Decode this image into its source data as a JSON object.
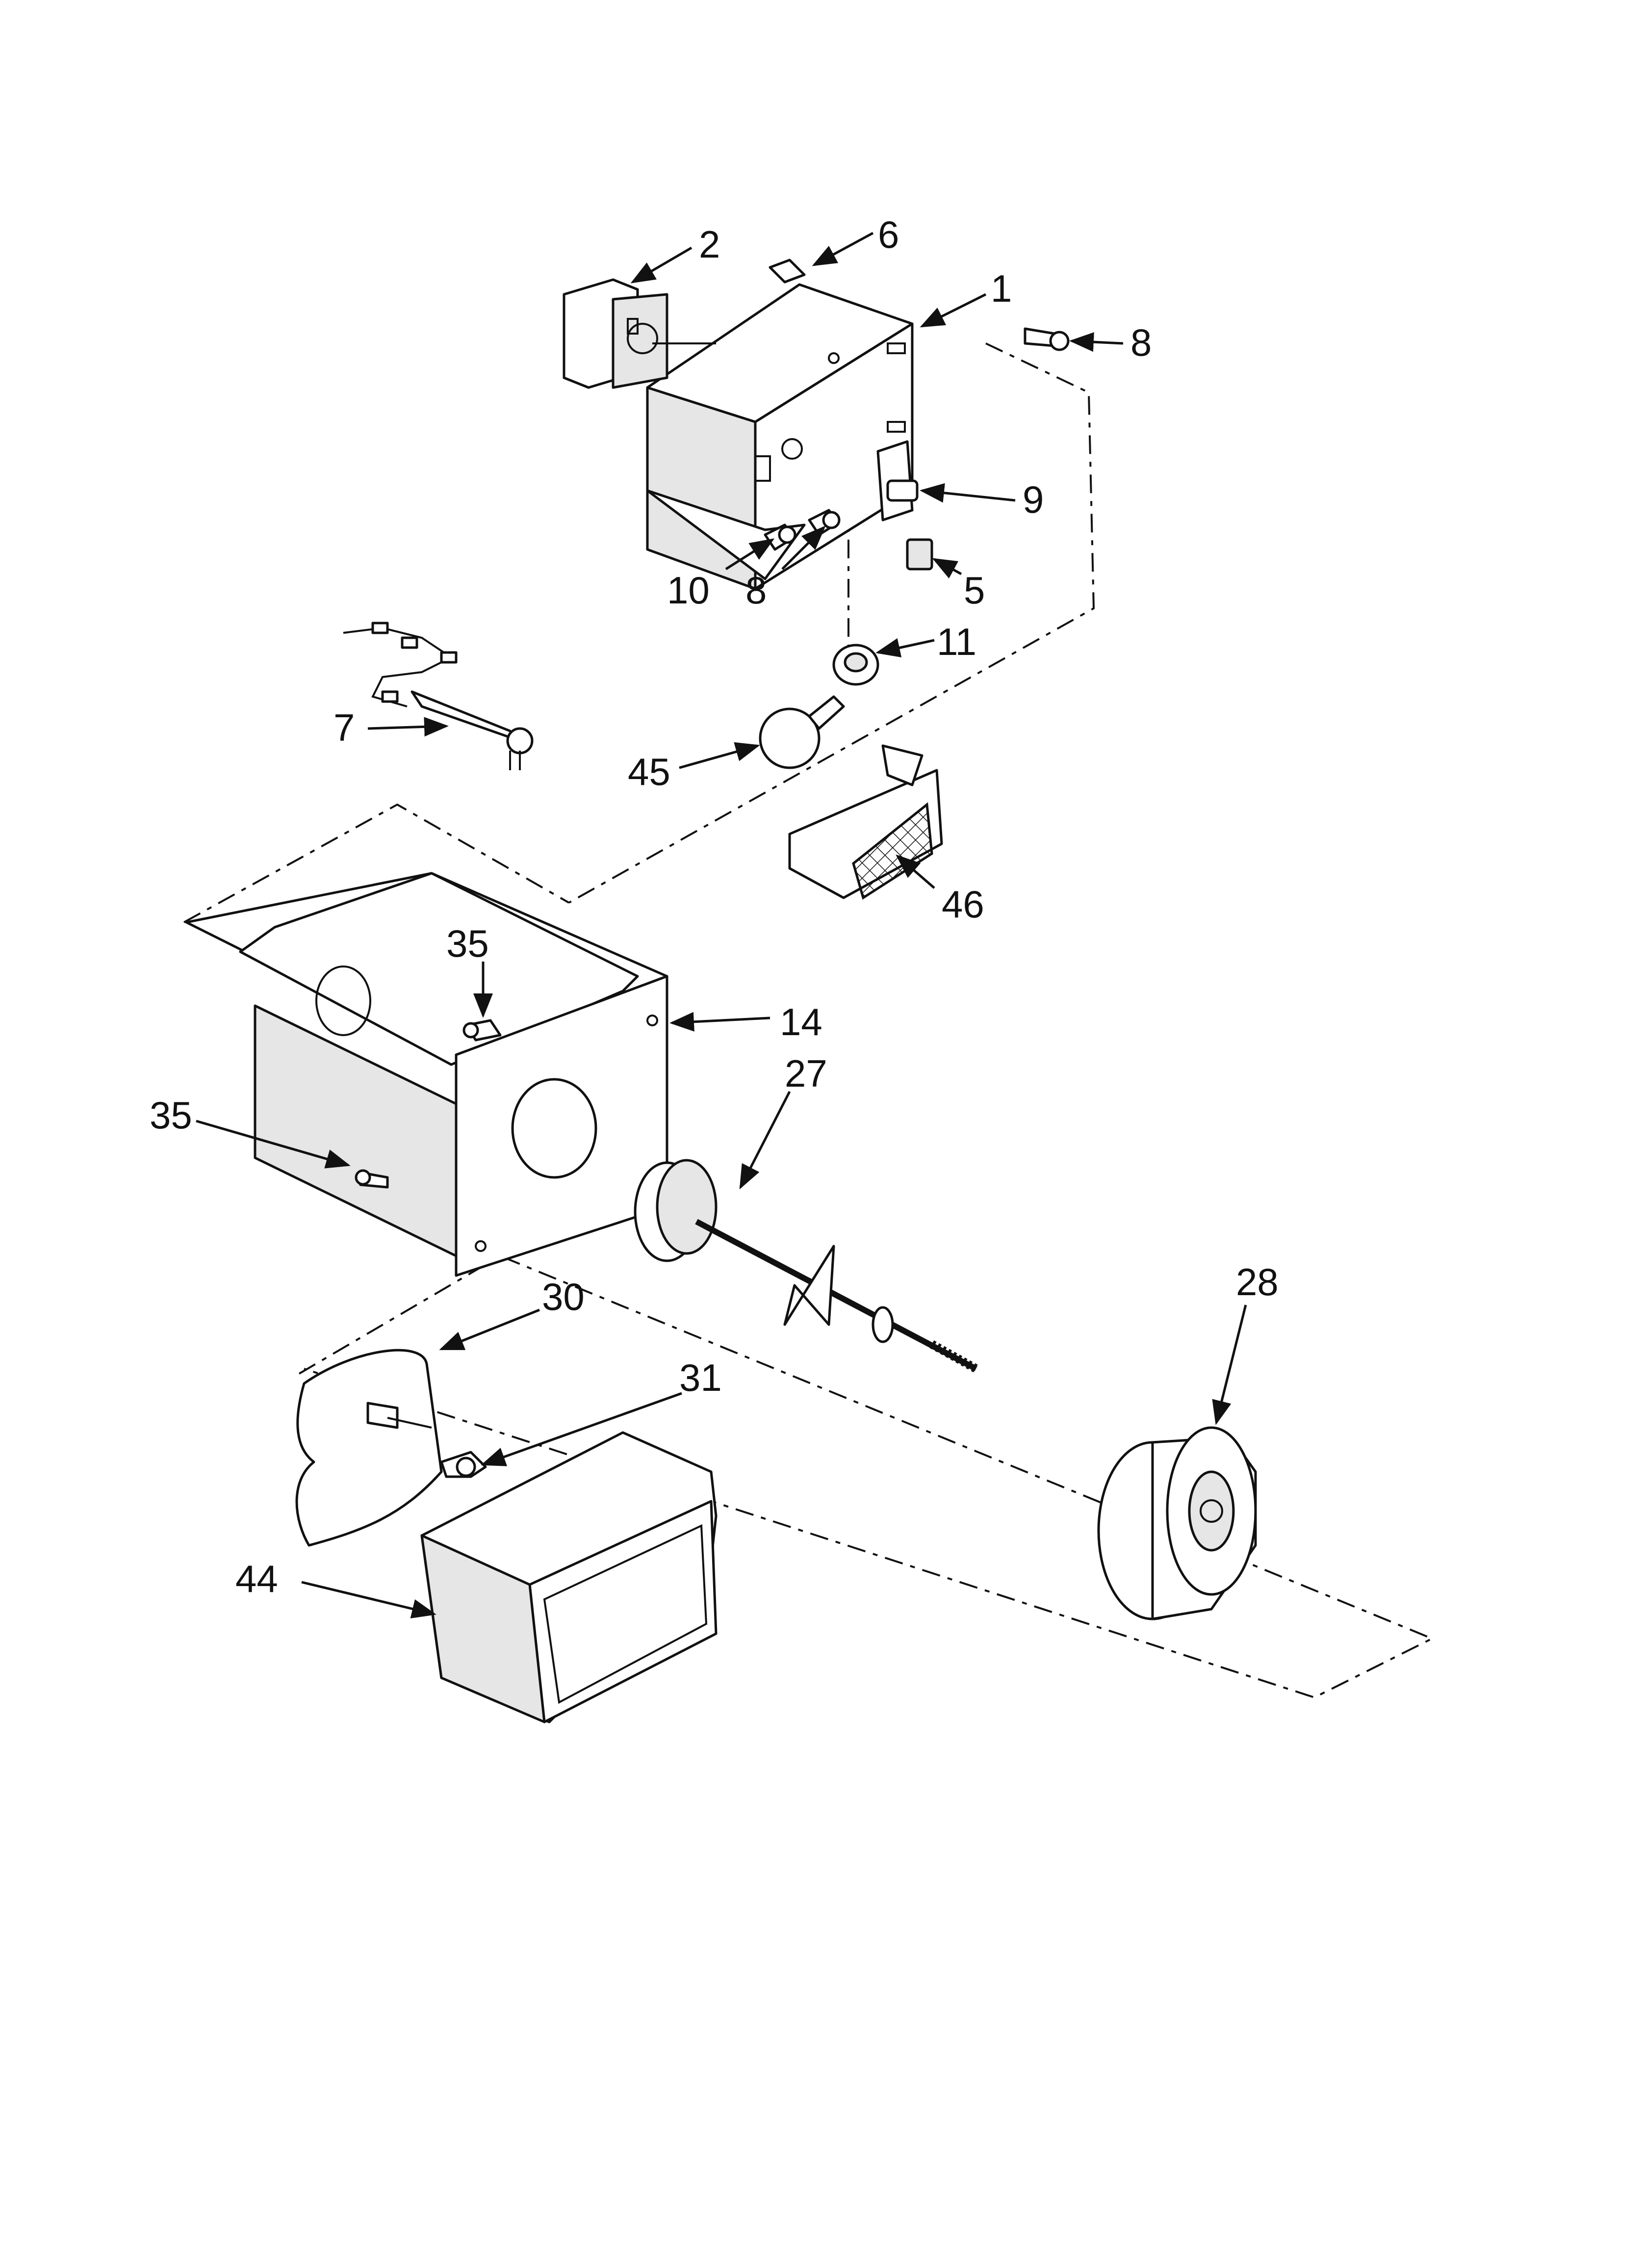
{
  "diagram": {
    "line_color": "#111111",
    "background": "#ffffff",
    "callouts": [
      {
        "id": "c2",
        "label": "2"
      },
      {
        "id": "c6",
        "label": "6"
      },
      {
        "id": "c1",
        "label": "1"
      },
      {
        "id": "c8a",
        "label": "8"
      },
      {
        "id": "c9",
        "label": "9"
      },
      {
        "id": "c10",
        "label": "10"
      },
      {
        "id": "c8b",
        "label": "8"
      },
      {
        "id": "c5",
        "label": "5"
      },
      {
        "id": "c11",
        "label": "11"
      },
      {
        "id": "c7",
        "label": "7"
      },
      {
        "id": "c45",
        "label": "45"
      },
      {
        "id": "c46",
        "label": "46"
      },
      {
        "id": "c35a",
        "label": "35"
      },
      {
        "id": "c14",
        "label": "14"
      },
      {
        "id": "c27",
        "label": "27"
      },
      {
        "id": "c35b",
        "label": "35"
      },
      {
        "id": "c28",
        "label": "28"
      },
      {
        "id": "c30",
        "label": "30"
      },
      {
        "id": "c31",
        "label": "31"
      },
      {
        "id": "c44",
        "label": "44"
      }
    ]
  }
}
